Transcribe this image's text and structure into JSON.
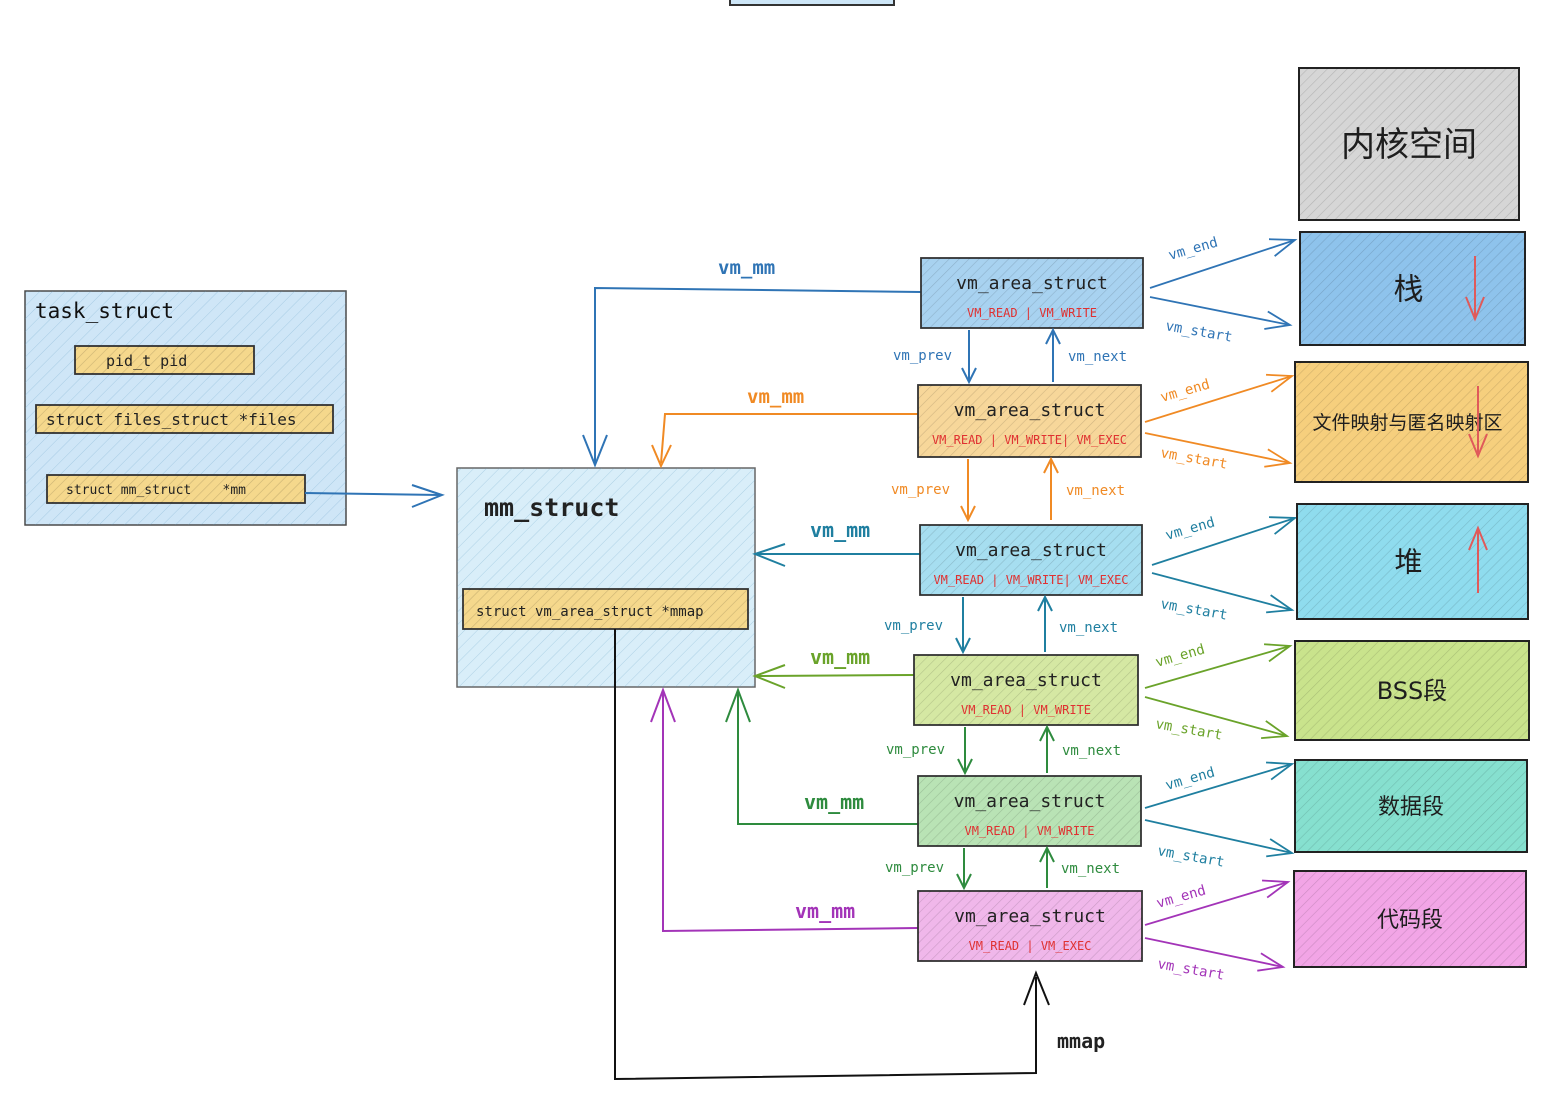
{
  "colors": {
    "blue": "#2f74b5",
    "orange": "#f08a24",
    "teal": "#1f7fa0",
    "green": "#6aa32a",
    "darkgreen": "#2e8b3e",
    "purple": "#a334b8",
    "flag_red": "#e03131",
    "title_dark": "#1a4a56"
  },
  "task_struct": {
    "title": "task_struct",
    "fields": [
      "pid_t  pid",
      "struct files_struct *files",
      "struct mm_struct    *mm"
    ]
  },
  "mm_struct": {
    "title": "mm_struct",
    "field": "struct vm_area_struct *mmap"
  },
  "vmas": [
    {
      "title": "vm_area_struct",
      "flags": "VM_READ | VM_WRITE",
      "mm_label": "vm_mm",
      "color": "#2f74b5",
      "fill": "#a8d2f0"
    },
    {
      "title": "vm_area_struct",
      "flags": "VM_READ | VM_WRITE| VM_EXEC",
      "mm_label": "vm_mm",
      "color": "#f08a24",
      "fill": "#f7d79a"
    },
    {
      "title": "vm_area_struct",
      "flags": "VM_READ | VM_WRITE| VM_EXEC",
      "mm_label": "vm_mm",
      "color": "#1f7fa0",
      "fill": "#a6def0"
    },
    {
      "title": "vm_area_struct",
      "flags": "VM_READ | VM_WRITE",
      "mm_label": "vm_mm",
      "color": "#6aa32a",
      "fill": "#d5e8a3"
    },
    {
      "title": "vm_area_struct",
      "flags": "VM_READ | VM_WRITE",
      "mm_label": "vm_mm",
      "color": "#2e8b3e",
      "fill": "#b9e3b5"
    },
    {
      "title": "vm_area_struct",
      "flags": "VM_READ | VM_EXEC",
      "mm_label": "vm_mm",
      "color": "#a334b8",
      "fill": "#f0b7ea"
    }
  ],
  "links": {
    "prev": "vm_prev",
    "next": "vm_next",
    "end": "vm_end",
    "start": "vm_start"
  },
  "mmap_label": "mmap",
  "segments": [
    {
      "label": "内核空间",
      "fill": "#d6d6d6",
      "arrow": "none"
    },
    {
      "label": "栈",
      "fill": "#8ec3ec",
      "arrow": "down"
    },
    {
      "label": "文件映射与匿名映射区",
      "fill": "#f6cf7d",
      "arrow": "down"
    },
    {
      "label": "堆",
      "fill": "#8fdcee",
      "arrow": "up"
    },
    {
      "label": "BSS段",
      "fill": "#c9e38c",
      "arrow": "none"
    },
    {
      "label": "数据段",
      "fill": "#86e0cf",
      "arrow": "none"
    },
    {
      "label": "代码段",
      "fill": "#f2a5e6",
      "arrow": "none"
    }
  ]
}
